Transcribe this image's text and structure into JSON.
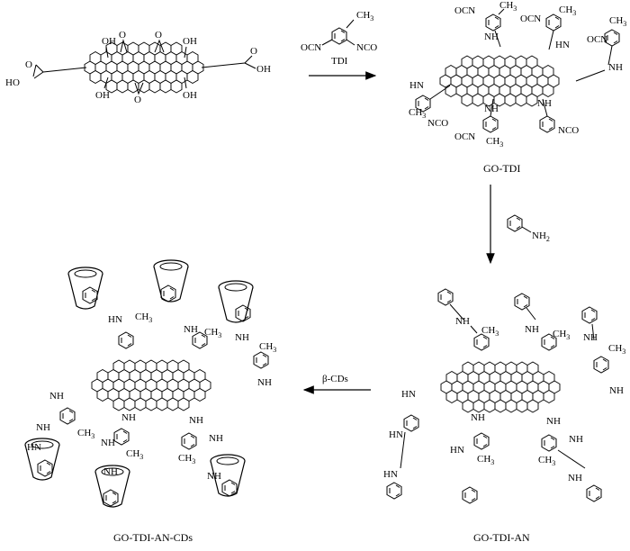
{
  "reagents": {
    "tdi_label": "TDI",
    "tdi_ch3": "CH",
    "tdi_ch3_sub": "3",
    "tdi_nco_left": "OCN",
    "tdi_nco_right": "NCO",
    "aniline_nh": "NH",
    "aniline_nh_sub": "2",
    "cd_label": "β-CDs"
  },
  "compounds": {
    "go_tdi": "GO-TDI",
    "go_tdi_an": "GO-TDI-AN",
    "go_tdi_an_cds": "GO-TDI-AN-CDs"
  },
  "atoms": {
    "oh": "OH",
    "ho": "HO",
    "o": "O",
    "ocn": "OCN",
    "nco": "NCO",
    "nh": "NH",
    "hn": "HN",
    "ch": "CH",
    "sub3": "3",
    "dot": "."
  },
  "colors": {
    "ink": "#000000",
    "background": "#ffffff"
  }
}
